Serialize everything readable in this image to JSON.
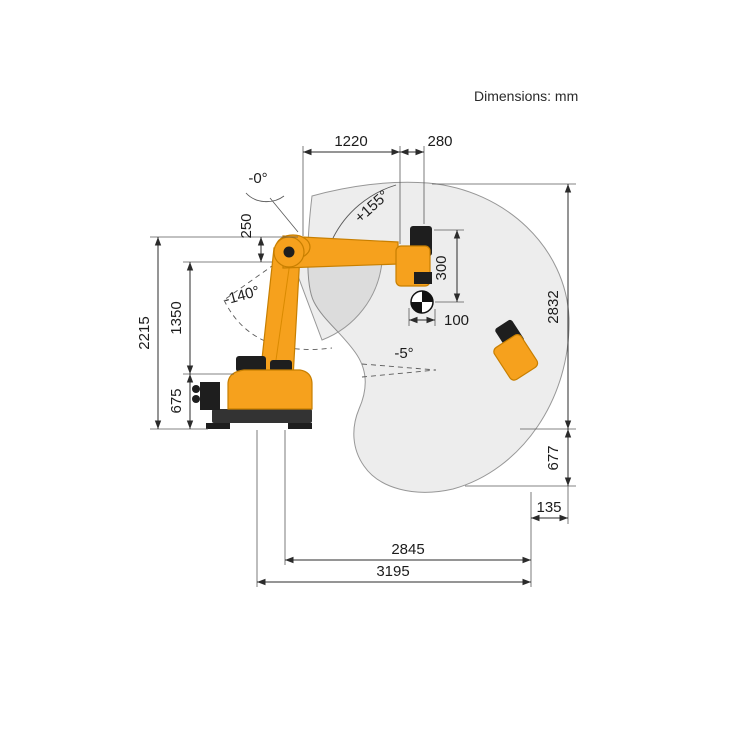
{
  "header": {
    "units_note": "Dimensions: mm"
  },
  "dimensions": {
    "top_reach_horizontal": "1220",
    "wrist_extension": "280",
    "wrist_to_cog_vertical": "300",
    "wrist_to_cog_horizontal": "100",
    "envelope_height": "2832",
    "arm_top_offset": "250",
    "shoulder_height": "1350",
    "total_height": "2215",
    "base_height": "675",
    "below_floor_depth": "677",
    "rear_offset": "135",
    "working_radius": "2845",
    "max_radius": "3195"
  },
  "angles": {
    "a_zero": "-0°",
    "a_plus": "+155°",
    "a_minus": "-140°",
    "wrist_tilt": "-5°"
  },
  "colors": {
    "robot_body": "#F6A11D",
    "robot_outline": "#C87F00",
    "robot_dark_parts": "#1E1E1E",
    "envelope_fill": "#EBEBEB",
    "dimension_lines": "#2B2B2B"
  }
}
